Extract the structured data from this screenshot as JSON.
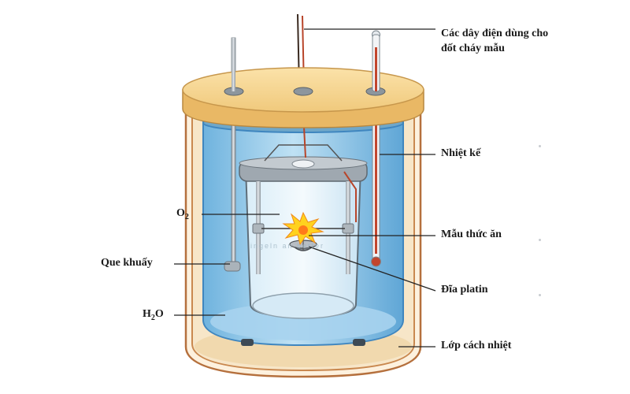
{
  "labels": {
    "wires": "Các dây điện dùng cho đốt cháy mẫu",
    "thermometer": "Nhiệt kế",
    "o2_main": "O",
    "o2_sub": "2",
    "stirrer": "Que khuấy",
    "food_sample": "Mẫu thức ăn",
    "platinum_dish": "Đĩa platin",
    "h2o_h": "H",
    "h2o_sub": "2",
    "h2o_o": "O",
    "insulation": "Lớp cách nhiệt"
  },
  "watermark": "ingeln  an  better",
  "colors": {
    "lid": "#f6d592",
    "insulation_wall": "#b5703d",
    "water": "#8fc6e6",
    "flame": "#ffd21e",
    "label_text": "#1a1a1a"
  }
}
